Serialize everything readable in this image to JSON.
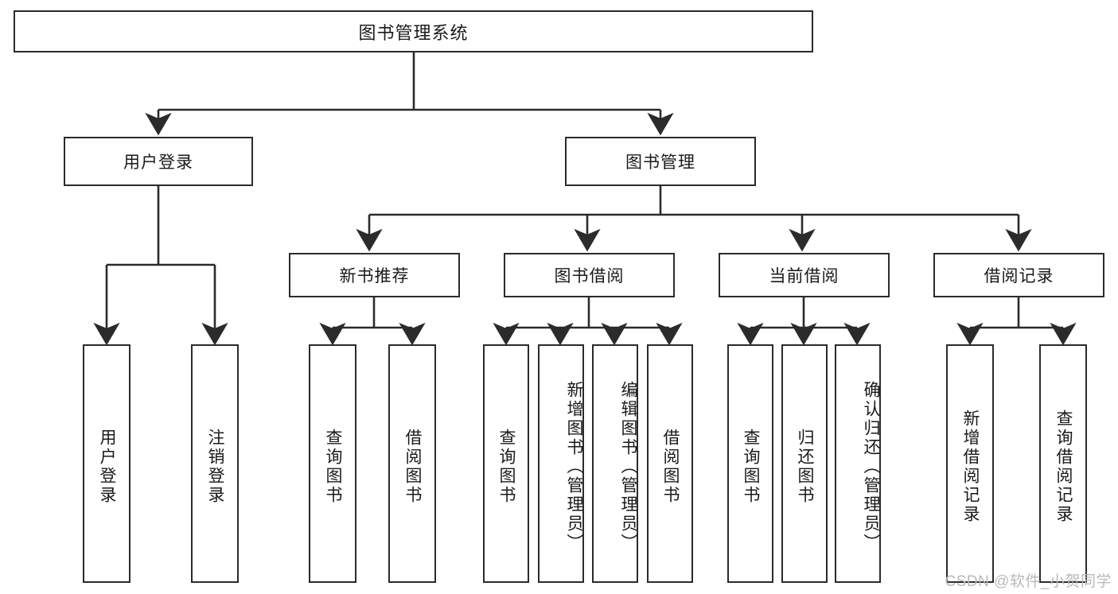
{
  "diagram": {
    "title": "图书管理系统",
    "type": "tree-diagram",
    "root": {
      "id": "root",
      "label": "图书管理系统"
    },
    "level2": [
      {
        "id": "user-login",
        "label": "用户登录"
      },
      {
        "id": "book-management",
        "label": "图书管理"
      }
    ],
    "level3": [
      {
        "id": "new-book-recommend",
        "label": "新书推荐",
        "parent": "book-management"
      },
      {
        "id": "book-borrow",
        "label": "图书借阅",
        "parent": "book-management"
      },
      {
        "id": "current-borrow",
        "label": "当前借阅",
        "parent": "book-management"
      },
      {
        "id": "borrow-record",
        "label": "借阅记录",
        "parent": "book-management"
      }
    ],
    "leaves": [
      {
        "id": "leaf-user-login",
        "label": "用户登录",
        "parent": "user-login"
      },
      {
        "id": "leaf-logout-login",
        "label": "注销登录",
        "parent": "user-login"
      },
      {
        "id": "leaf-query-book-1",
        "label": "查询图书",
        "parent": "new-book-recommend"
      },
      {
        "id": "leaf-borrow-book-1",
        "label": "借阅图书",
        "parent": "new-book-recommend"
      },
      {
        "id": "leaf-query-book-2",
        "label": "查询图书",
        "parent": "book-borrow"
      },
      {
        "id": "leaf-add-book",
        "label": "新增图书（管理员）",
        "parent": "book-borrow"
      },
      {
        "id": "leaf-edit-book",
        "label": "编辑图书（管理员）",
        "parent": "book-borrow"
      },
      {
        "id": "leaf-borrow-book-2",
        "label": "借阅图书",
        "parent": "book-borrow"
      },
      {
        "id": "leaf-query-book-3",
        "label": "查询图书",
        "parent": "current-borrow"
      },
      {
        "id": "leaf-return-book",
        "label": "归还图书",
        "parent": "current-borrow"
      },
      {
        "id": "leaf-confirm-return",
        "label": "确认归还（管理员）",
        "parent": "current-borrow"
      },
      {
        "id": "leaf-add-record",
        "label": "新增借阅记录",
        "parent": "borrow-record"
      },
      {
        "id": "leaf-query-record",
        "label": "查询借阅记录",
        "parent": "borrow-record"
      }
    ],
    "watermark": "CSDN @软件_小贺同学",
    "colors": {
      "stroke": "#2b2b2b",
      "fill": "#ffffff",
      "text": "#1a1a1a",
      "watermark": "#b9b9b9"
    }
  }
}
